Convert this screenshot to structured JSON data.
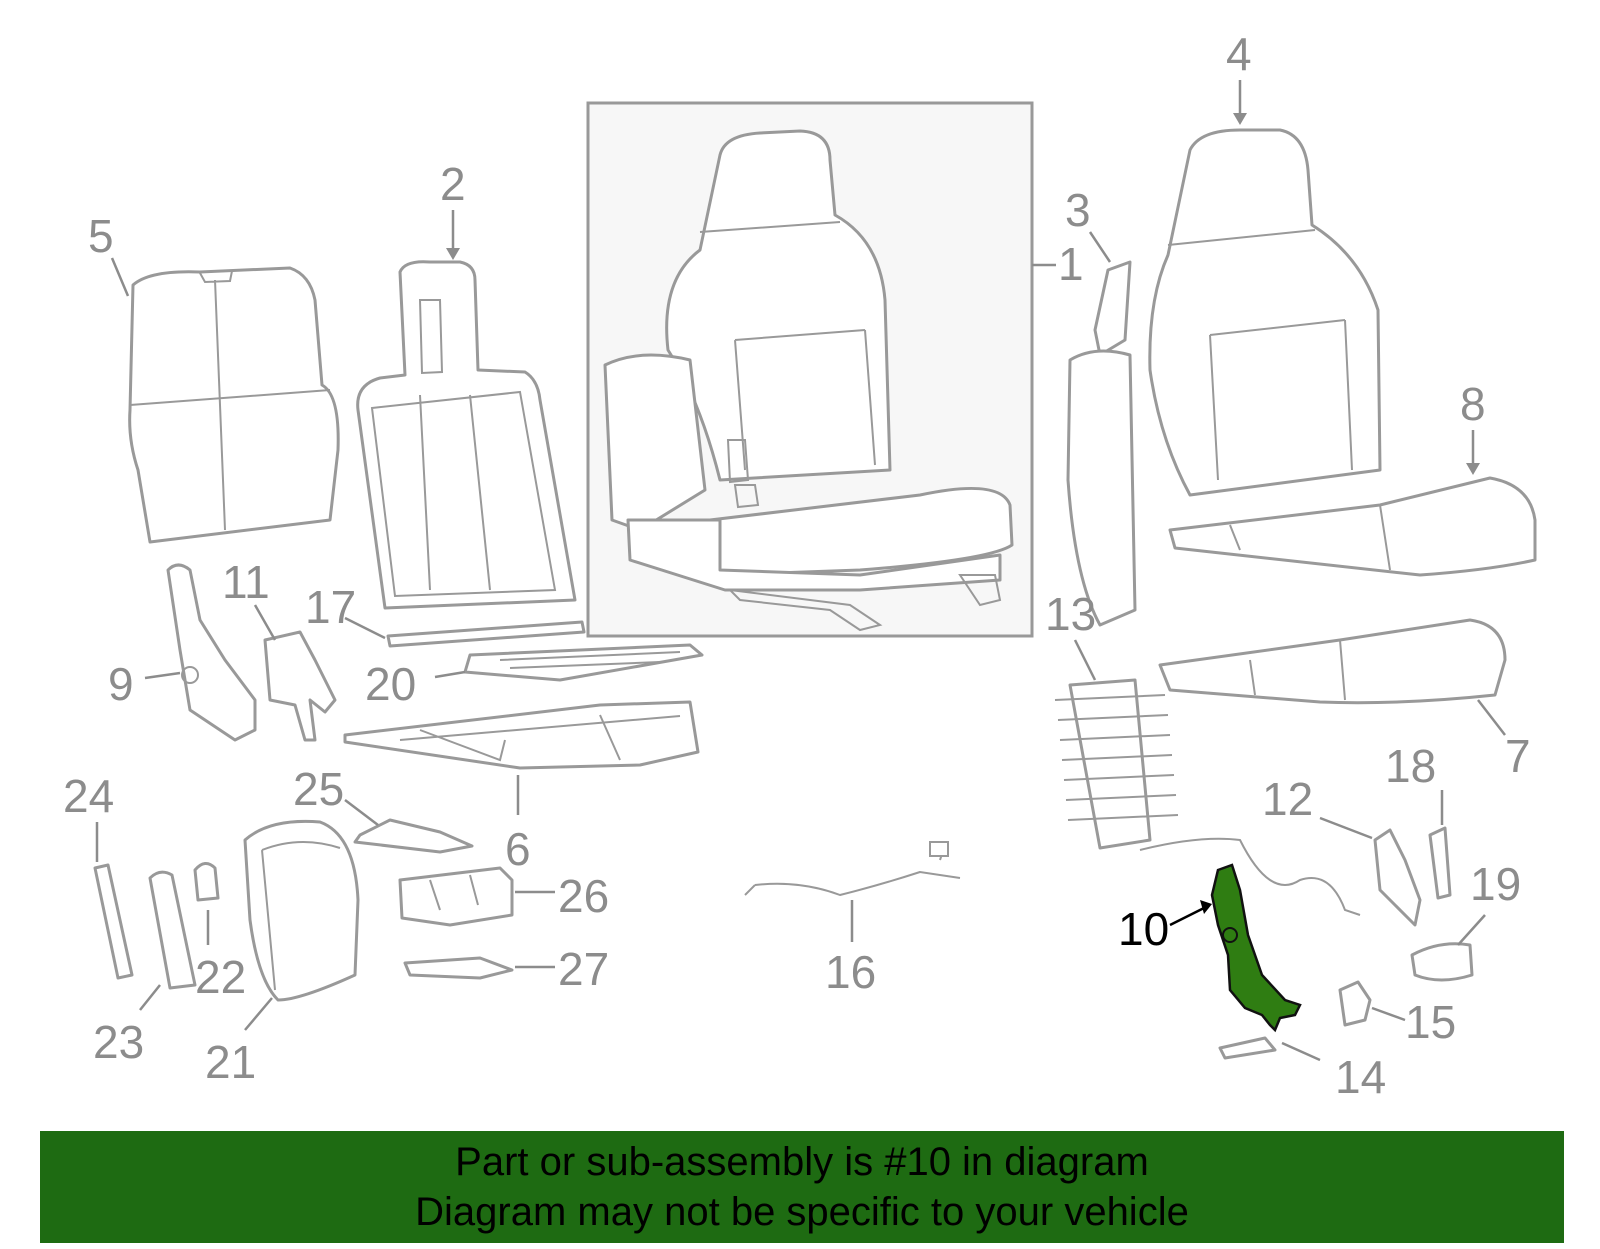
{
  "colors": {
    "banner_background": "#1e6b12",
    "highlight_part": "#2f7d12",
    "callout_gray": "#8c8c8c",
    "inset_background": "#f7f7f7"
  },
  "callouts": [
    {
      "label": "1",
      "highlighted": false
    },
    {
      "label": "2",
      "highlighted": false
    },
    {
      "label": "3",
      "highlighted": false
    },
    {
      "label": "4",
      "highlighted": false
    },
    {
      "label": "5",
      "highlighted": false
    },
    {
      "label": "6",
      "highlighted": false
    },
    {
      "label": "7",
      "highlighted": false
    },
    {
      "label": "8",
      "highlighted": false
    },
    {
      "label": "9",
      "highlighted": false
    },
    {
      "label": "10",
      "highlighted": true
    },
    {
      "label": "11",
      "highlighted": false
    },
    {
      "label": "12",
      "highlighted": false
    },
    {
      "label": "13",
      "highlighted": false
    },
    {
      "label": "14",
      "highlighted": false
    },
    {
      "label": "15",
      "highlighted": false
    },
    {
      "label": "16",
      "highlighted": false
    },
    {
      "label": "17",
      "highlighted": false
    },
    {
      "label": "18",
      "highlighted": false
    },
    {
      "label": "19",
      "highlighted": false
    },
    {
      "label": "20",
      "highlighted": false
    },
    {
      "label": "21",
      "highlighted": false
    },
    {
      "label": "22",
      "highlighted": false
    },
    {
      "label": "23",
      "highlighted": false
    },
    {
      "label": "24",
      "highlighted": false
    },
    {
      "label": "25",
      "highlighted": false
    },
    {
      "label": "26",
      "highlighted": false
    },
    {
      "label": "27",
      "highlighted": false
    }
  ],
  "banner": {
    "line1": "Part or sub-assembly is #10 in diagram",
    "line2": "Diagram may not be specific to your vehicle"
  }
}
